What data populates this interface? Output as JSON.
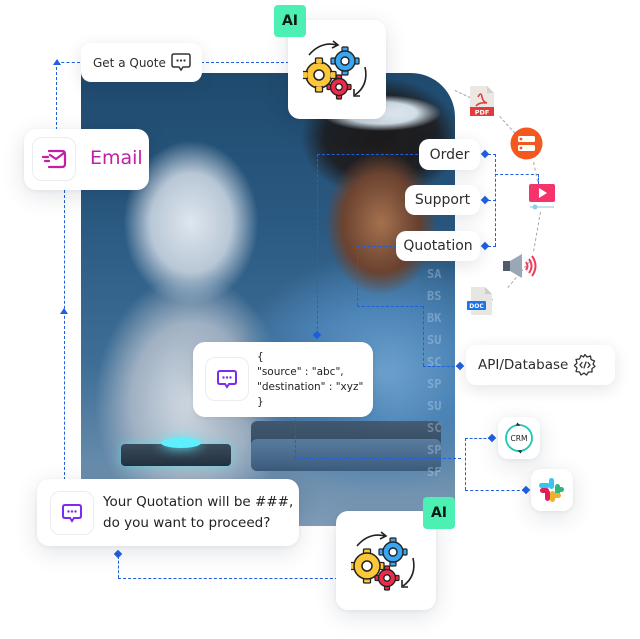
{
  "top_node": {
    "badge": "AI",
    "icon": "gears-automation-icon"
  },
  "bottom_node": {
    "badge": "AI",
    "icon": "gears-automation-icon"
  },
  "get_quote": {
    "label": "Get a Quote",
    "icon": "chat-bubble-icon"
  },
  "email": {
    "label": "Email",
    "icon": "email-send-icon",
    "color": "#c21ea6"
  },
  "intents": [
    {
      "label": "Order"
    },
    {
      "label": "Support"
    },
    {
      "label": "Quotation"
    }
  ],
  "channels": [
    {
      "name": "pdf-file-icon",
      "label": "PDF"
    },
    {
      "name": "server-icon"
    },
    {
      "name": "video-player-icon"
    },
    {
      "name": "speaker-icon"
    },
    {
      "name": "doc-file-icon",
      "label": "DOC"
    }
  ],
  "json_card": {
    "icon": "chat-bubble-icon",
    "lines": [
      "{",
      "\"source\" : \"abc\",",
      "\"destination\" : \"xyz\"",
      "}"
    ]
  },
  "reply_card": {
    "icon": "chat-bubble-icon",
    "lines": [
      "Your Quotation will be ###,",
      "do you want to proceed?"
    ]
  },
  "api_db": {
    "label": "API/Database",
    "icon": "code-gear-icon"
  },
  "integrations": [
    {
      "name": "crm-icon",
      "label": "CRM"
    },
    {
      "name": "slack-icon"
    }
  ],
  "photo": {
    "scan_text": [
      "SA",
      "BS",
      "BK",
      "SU",
      "SC",
      "SP",
      "SU",
      "SC",
      "SP",
      "SF"
    ]
  },
  "colors": {
    "connector": "#1f5fe0",
    "ai_badge": "#4bf0b2",
    "chat_icon": "#7a2cf0",
    "email": "#c21ea6"
  }
}
